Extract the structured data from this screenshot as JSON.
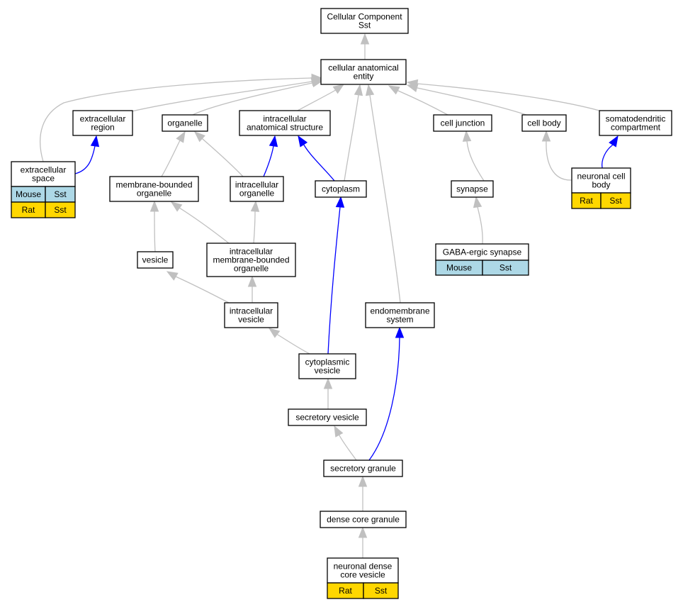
{
  "colors": {
    "is_a_edge": "#c0c0c0",
    "part_of_edge": "#0000ff",
    "mouse_cell": "#add8e6",
    "rat_cell": "#ffd700",
    "node_fill": "#ffffff",
    "node_border": "#000000"
  },
  "nodes": {
    "cellular_component": {
      "lines": [
        "Cellular Component",
        "Sst"
      ]
    },
    "cellular_anatomical_entity": {
      "lines": [
        "cellular anatomical",
        "entity"
      ]
    },
    "extracellular_region": {
      "lines": [
        "extracellular",
        "region"
      ]
    },
    "organelle": {
      "lines": [
        "organelle"
      ]
    },
    "intracellular_anatomical_structure": {
      "lines": [
        "intracellular",
        "anatomical structure"
      ]
    },
    "cell_junction": {
      "lines": [
        "cell junction"
      ]
    },
    "cell_body": {
      "lines": [
        "cell body"
      ]
    },
    "somatodendritic_compartment": {
      "lines": [
        "somatodendritic",
        "compartment"
      ]
    },
    "extracellular_space": {
      "lines": [
        "extracellular",
        "space"
      ],
      "rows": [
        [
          "Mouse",
          "Sst"
        ],
        [
          "Rat",
          "Sst"
        ]
      ]
    },
    "membrane_bounded_organelle": {
      "lines": [
        "membrane-bounded",
        "organelle"
      ]
    },
    "intracellular_organelle": {
      "lines": [
        "intracellular",
        "organelle"
      ]
    },
    "cytoplasm": {
      "lines": [
        "cytoplasm"
      ]
    },
    "synapse": {
      "lines": [
        "synapse"
      ]
    },
    "neuronal_cell_body": {
      "lines": [
        "neuronal cell",
        "body"
      ],
      "rows": [
        [
          "Rat",
          "Sst"
        ]
      ]
    },
    "gaba_ergic_synapse": {
      "lines": [
        "GABA-ergic synapse"
      ],
      "rows": [
        [
          "Mouse",
          "Sst"
        ]
      ]
    },
    "vesicle": {
      "lines": [
        "vesicle"
      ]
    },
    "intracellular_membrane_bounded_organelle": {
      "lines": [
        "intracellular",
        "membrane-bounded",
        "organelle"
      ]
    },
    "intracellular_vesicle": {
      "lines": [
        "intracellular",
        "vesicle"
      ]
    },
    "endomembrane_system": {
      "lines": [
        "endomembrane",
        "system"
      ]
    },
    "cytoplasmic_vesicle": {
      "lines": [
        "cytoplasmic",
        "vesicle"
      ]
    },
    "secretory_vesicle": {
      "lines": [
        "secretory vesicle"
      ]
    },
    "secretory_granule": {
      "lines": [
        "secretory granule"
      ]
    },
    "dense_core_granule": {
      "lines": [
        "dense core granule"
      ]
    },
    "neuronal_dense_core_vesicle": {
      "lines": [
        "neuronal dense",
        "core vesicle"
      ],
      "rows": [
        [
          "Rat",
          "Sst"
        ]
      ]
    }
  },
  "edges": [
    {
      "from": "cellular_anatomical_entity",
      "to": "cellular_component",
      "type": "is_a"
    },
    {
      "from": "extracellular_region",
      "to": "cellular_anatomical_entity",
      "type": "is_a"
    },
    {
      "from": "extracellular_space",
      "to": "cellular_anatomical_entity",
      "type": "is_a"
    },
    {
      "from": "organelle",
      "to": "cellular_anatomical_entity",
      "type": "is_a"
    },
    {
      "from": "intracellular_anatomical_structure",
      "to": "cellular_anatomical_entity",
      "type": "is_a"
    },
    {
      "from": "cytoplasm",
      "to": "cellular_anatomical_entity",
      "type": "is_a"
    },
    {
      "from": "endomembrane_system",
      "to": "cellular_anatomical_entity",
      "type": "is_a"
    },
    {
      "from": "cell_junction",
      "to": "cellular_anatomical_entity",
      "type": "is_a"
    },
    {
      "from": "cell_body",
      "to": "cellular_anatomical_entity",
      "type": "is_a"
    },
    {
      "from": "somatodendritic_compartment",
      "to": "cellular_anatomical_entity",
      "type": "is_a"
    },
    {
      "from": "extracellular_space",
      "to": "extracellular_region",
      "type": "part_of"
    },
    {
      "from": "membrane_bounded_organelle",
      "to": "organelle",
      "type": "is_a"
    },
    {
      "from": "intracellular_organelle",
      "to": "organelle",
      "type": "is_a"
    },
    {
      "from": "intracellular_organelle",
      "to": "intracellular_anatomical_structure",
      "type": "part_of"
    },
    {
      "from": "cytoplasm",
      "to": "intracellular_anatomical_structure",
      "type": "part_of"
    },
    {
      "from": "synapse",
      "to": "cell_junction",
      "type": "is_a"
    },
    {
      "from": "neuronal_cell_body",
      "to": "cell_body",
      "type": "is_a"
    },
    {
      "from": "neuronal_cell_body",
      "to": "somatodendritic_compartment",
      "type": "part_of"
    },
    {
      "from": "gaba_ergic_synapse",
      "to": "synapse",
      "type": "is_a"
    },
    {
      "from": "vesicle",
      "to": "membrane_bounded_organelle",
      "type": "is_a"
    },
    {
      "from": "intracellular_membrane_bounded_organelle",
      "to": "membrane_bounded_organelle",
      "type": "is_a"
    },
    {
      "from": "intracellular_membrane_bounded_organelle",
      "to": "intracellular_organelle",
      "type": "is_a"
    },
    {
      "from": "intracellular_vesicle",
      "to": "vesicle",
      "type": "is_a"
    },
    {
      "from": "intracellular_vesicle",
      "to": "intracellular_membrane_bounded_organelle",
      "type": "is_a"
    },
    {
      "from": "cytoplasmic_vesicle",
      "to": "intracellular_vesicle",
      "type": "is_a"
    },
    {
      "from": "cytoplasmic_vesicle",
      "to": "cytoplasm",
      "type": "part_of"
    },
    {
      "from": "secretory_vesicle",
      "to": "cytoplasmic_vesicle",
      "type": "is_a"
    },
    {
      "from": "secretory_granule",
      "to": "secretory_vesicle",
      "type": "is_a"
    },
    {
      "from": "secretory_granule",
      "to": "endomembrane_system",
      "type": "part_of"
    },
    {
      "from": "dense_core_granule",
      "to": "secretory_granule",
      "type": "is_a"
    },
    {
      "from": "neuronal_dense_core_vesicle",
      "to": "dense_core_granule",
      "type": "is_a"
    }
  ]
}
